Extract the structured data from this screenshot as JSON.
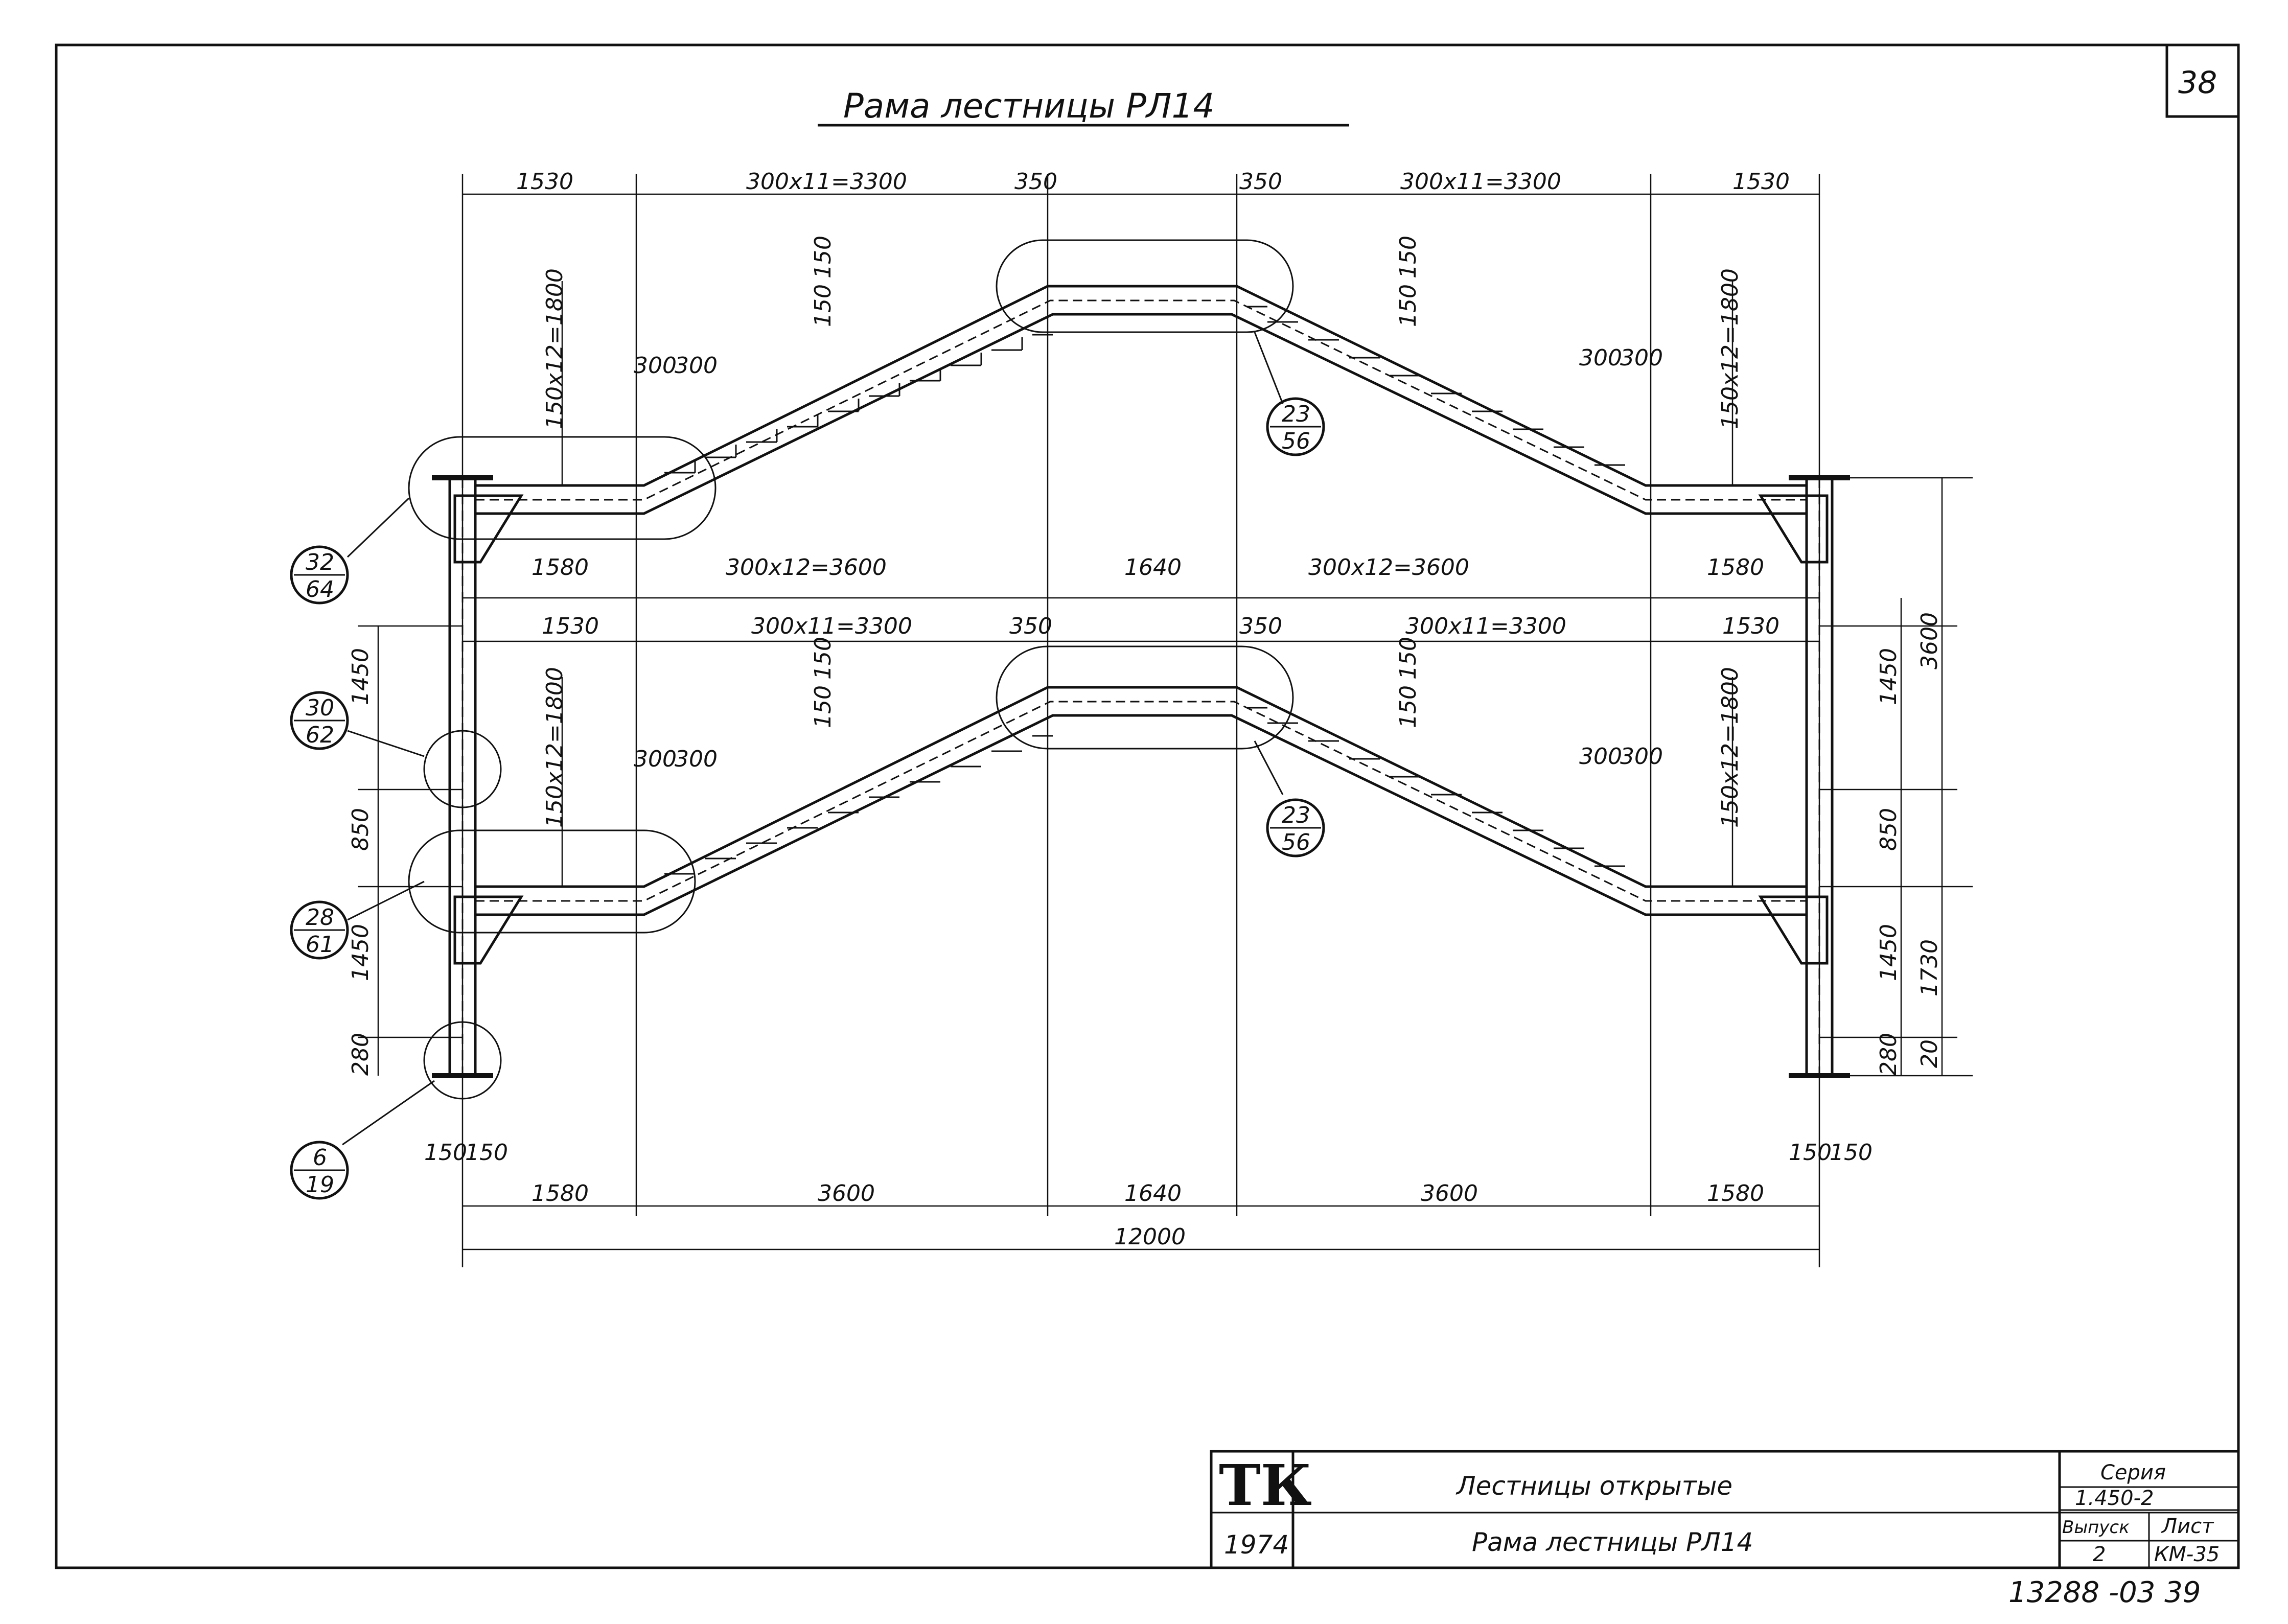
{
  "drawing_title": "Рама лестницы РЛ14",
  "sheet_corner_number": "38",
  "bottom_code": "13288 -03 39",
  "dimensions": {
    "top": [
      "1530",
      "300x11=3300",
      "350",
      "350",
      "300x11=3300",
      "1530"
    ],
    "top_risers": [
      "150",
      "150",
      "150",
      "150"
    ],
    "top_flights_vertical": [
      "150x12=1800",
      "150x12=1800"
    ],
    "top_treads": [
      "300",
      "300",
      "300",
      "300"
    ],
    "mid": [
      "1580",
      "300x12=3600",
      "1640",
      "300x12=3600",
      "1580"
    ],
    "lower": [
      "1530",
      "300x11=3300",
      "350",
      "350",
      "300x11=3300",
      "1530"
    ],
    "lower_risers": [
      "150",
      "150",
      "150",
      "150"
    ],
    "lower_flights_vertical": [
      "150x12=1800",
      "150x12=1800"
    ],
    "lower_treads": [
      "300",
      "300",
      "300",
      "300"
    ],
    "left_vertical": [
      "1450",
      "850",
      "1450",
      "280"
    ],
    "right_vertical": [
      "1450",
      "850",
      "1450",
      "280"
    ],
    "right_outer": [
      "3600",
      "1730",
      "20"
    ],
    "base_left": [
      "150",
      "150"
    ],
    "base_right": [
      "150",
      "150"
    ],
    "bottom": [
      "1580",
      "3600",
      "1640",
      "3600",
      "1580"
    ],
    "overall": "12000"
  },
  "callouts": [
    {
      "top": "32",
      "bottom": "64"
    },
    {
      "top": "30",
      "bottom": "62"
    },
    {
      "top": "28",
      "bottom": "61"
    },
    {
      "top": "6",
      "bottom": "19"
    },
    {
      "top": "23",
      "bottom": "56"
    },
    {
      "top": "23",
      "bottom": "56"
    }
  ],
  "title_block": {
    "logo": "ТК",
    "year": "1974",
    "line1": "Лестницы открытые",
    "line2": "Рама лестницы РЛ14",
    "series_label": "Серия",
    "series_value": "1.450-2",
    "issue_label": "Выпуск",
    "issue_value": "2",
    "sheet_label": "Лист",
    "sheet_value": "КМ-35"
  }
}
